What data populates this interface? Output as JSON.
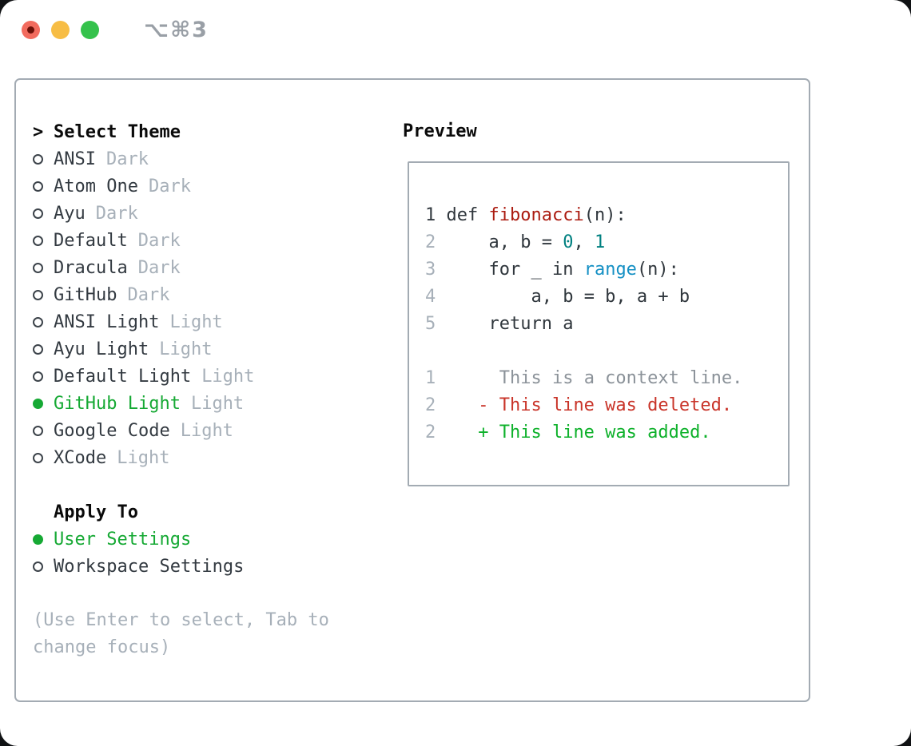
{
  "window": {
    "titlebar": {
      "shortcut": "⌥⌘3"
    }
  },
  "theme_picker": {
    "header": {
      "prompt": ">",
      "label": "Select Theme"
    },
    "themes": [
      {
        "name": "ANSI",
        "variant": "Dark",
        "selected": false
      },
      {
        "name": "Atom One",
        "variant": "Dark",
        "selected": false
      },
      {
        "name": "Ayu",
        "variant": "Dark",
        "selected": false
      },
      {
        "name": "Default",
        "variant": "Dark",
        "selected": false
      },
      {
        "name": "Dracula",
        "variant": "Dark",
        "selected": false
      },
      {
        "name": "GitHub",
        "variant": "Dark",
        "selected": false
      },
      {
        "name": "ANSI Light",
        "variant": "Light",
        "selected": false
      },
      {
        "name": "Ayu Light",
        "variant": "Light",
        "selected": false
      },
      {
        "name": "Default Light",
        "variant": "Light",
        "selected": false
      },
      {
        "name": "GitHub Light",
        "variant": "Light",
        "selected": true
      },
      {
        "name": "Google Code",
        "variant": "Light",
        "selected": false
      },
      {
        "name": "XCode",
        "variant": "Light",
        "selected": false
      }
    ],
    "apply_to": {
      "label": "Apply To",
      "options": [
        {
          "name": "User Settings",
          "selected": true
        },
        {
          "name": "Workspace Settings",
          "selected": false
        }
      ]
    },
    "hint": "(Use Enter to select, Tab to change focus)"
  },
  "preview": {
    "title": "Preview",
    "lines": [
      {
        "segments": [
          {
            "t": "1 ",
            "c": "ln-first"
          },
          {
            "t": "def ",
            "c": "code"
          },
          {
            "t": "fibonacci",
            "c": "fn"
          },
          {
            "t": "(n):",
            "c": "code"
          }
        ]
      },
      {
        "segments": [
          {
            "t": "2",
            "c": "ln"
          },
          {
            "t": "     ",
            "c": "code"
          },
          {
            "t": "a, b = ",
            "c": "code"
          },
          {
            "t": "0",
            "c": "lit"
          },
          {
            "t": ", ",
            "c": "code"
          },
          {
            "t": "1",
            "c": "lit"
          }
        ]
      },
      {
        "segments": [
          {
            "t": "3",
            "c": "ln"
          },
          {
            "t": "     ",
            "c": "code"
          },
          {
            "t": "for _ in ",
            "c": "code"
          },
          {
            "t": "range",
            "c": "bi"
          },
          {
            "t": "(n):",
            "c": "code"
          }
        ]
      },
      {
        "segments": [
          {
            "t": "4",
            "c": "ln"
          },
          {
            "t": "         ",
            "c": "code"
          },
          {
            "t": "a, b = b, a + b",
            "c": "code"
          }
        ]
      },
      {
        "segments": [
          {
            "t": "5",
            "c": "ln"
          },
          {
            "t": "     ",
            "c": "code"
          },
          {
            "t": "return a",
            "c": "code"
          }
        ]
      },
      {
        "segments": []
      },
      {
        "segments": [
          {
            "t": "1",
            "c": "ln"
          },
          {
            "t": "      ",
            "c": "code"
          },
          {
            "t": "This is a context line.",
            "c": "ctx"
          }
        ]
      },
      {
        "segments": [
          {
            "t": "2",
            "c": "ln"
          },
          {
            "t": "    ",
            "c": "code"
          },
          {
            "t": "- This line was deleted.",
            "c": "del"
          }
        ]
      },
      {
        "segments": [
          {
            "t": "2",
            "c": "ln"
          },
          {
            "t": "    ",
            "c": "code"
          },
          {
            "t": "+ This line was added.",
            "c": "add"
          }
        ]
      }
    ]
  },
  "colors": {
    "selection_green": "#16a934",
    "added_green": "#0eb12b",
    "deleted_red": "#c93429",
    "function_red": "#ab1b10",
    "builtin_blue": "#1590c4",
    "literal_teal": "#008080",
    "muted_gray": "#a7b0b9",
    "context_gray": "#8b9299",
    "text_dark": "#333a41",
    "border_gray": "#a3abb3",
    "traffic_red": "#f26b5e",
    "traffic_yellow": "#f7bd45",
    "traffic_green": "#35c24c"
  }
}
